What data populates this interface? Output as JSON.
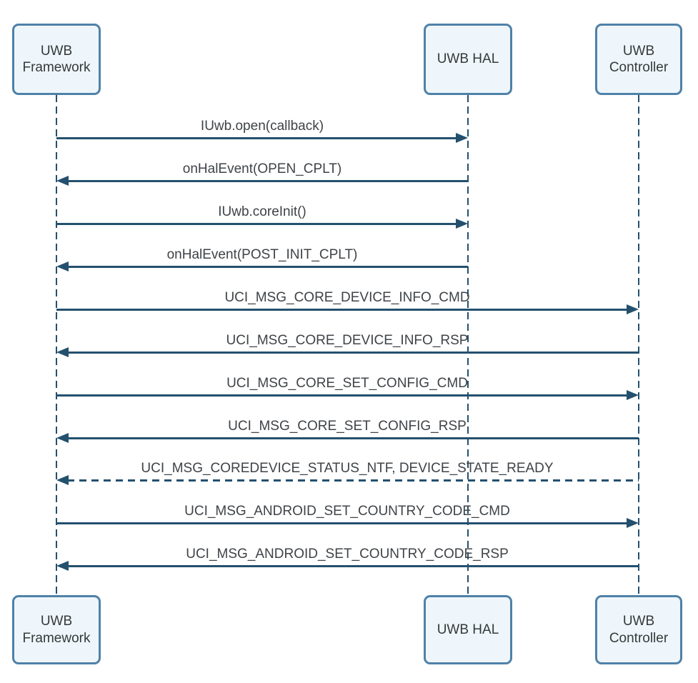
{
  "diagram": {
    "type": "sequence",
    "colors": {
      "participant_fill": "#eef6fb",
      "participant_border": "#4f81a8",
      "message_line": "#24506e",
      "text": "#3a3f43"
    },
    "participants": [
      {
        "name": "UWB Framework"
      },
      {
        "name": "UWB HAL"
      },
      {
        "name": "UWB Controller"
      }
    ],
    "messages": [
      {
        "label": "IUwb.open(callback)",
        "from": "UWB Framework",
        "to": "UWB HAL",
        "line_style": "solid"
      },
      {
        "label": "onHalEvent(OPEN_CPLT)",
        "from": "UWB HAL",
        "to": "UWB Framework",
        "line_style": "solid"
      },
      {
        "label": "IUwb.coreInit()",
        "from": "UWB Framework",
        "to": "UWB HAL",
        "line_style": "solid"
      },
      {
        "label": "onHalEvent(POST_INIT_CPLT)",
        "from": "UWB HAL",
        "to": "UWB Framework",
        "line_style": "solid"
      },
      {
        "label": "UCI_MSG_CORE_DEVICE_INFO_CMD",
        "from": "UWB Framework",
        "to": "UWB Controller",
        "line_style": "solid"
      },
      {
        "label": "UCI_MSG_CORE_DEVICE_INFO_RSP",
        "from": "UWB Controller",
        "to": "UWB Framework",
        "line_style": "solid"
      },
      {
        "label": "UCI_MSG_CORE_SET_CONFIG_CMD",
        "from": "UWB Framework",
        "to": "UWB Controller",
        "line_style": "solid"
      },
      {
        "label": "UCI_MSG_CORE_SET_CONFIG_RSP",
        "from": "UWB Controller",
        "to": "UWB Framework",
        "line_style": "solid"
      },
      {
        "label": "UCI_MSG_COREDEVICE_STATUS_NTF, DEVICE_STATE_READY",
        "from": "UWB Controller",
        "to": "UWB Framework",
        "line_style": "dashed"
      },
      {
        "label": "UCI_MSG_ANDROID_SET_COUNTRY_CODE_CMD",
        "from": "UWB Framework",
        "to": "UWB Controller",
        "line_style": "solid"
      },
      {
        "label": "UCI_MSG_ANDROID_SET_COUNTRY_CODE_RSP",
        "from": "UWB Controller",
        "to": "UWB Framework",
        "line_style": "solid"
      }
    ]
  }
}
